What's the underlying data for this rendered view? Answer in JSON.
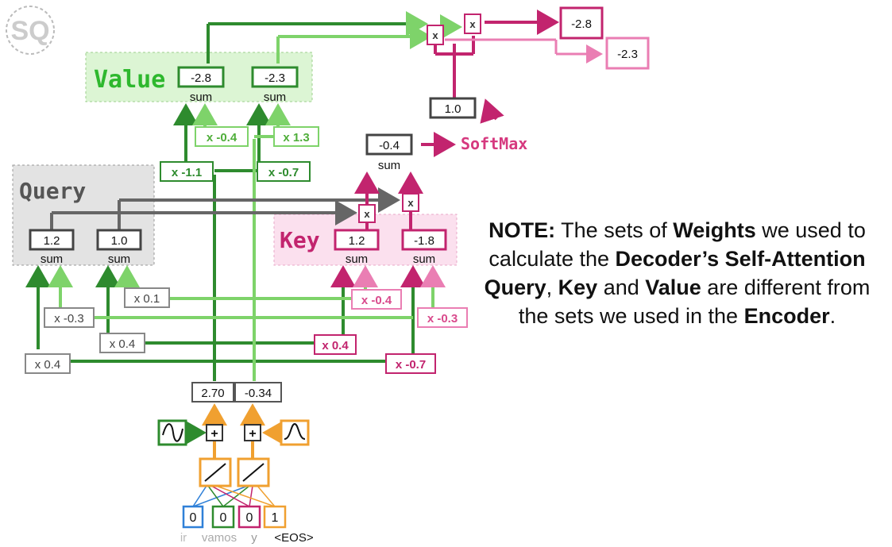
{
  "logo": {
    "text": "SQ"
  },
  "value_group": {
    "label": "Value",
    "sums": [
      "-2.8",
      "-2.3"
    ],
    "sum_label": "sum",
    "weights": [
      "x -0.4",
      "x 1.3",
      "x -1.1",
      "x -0.7"
    ]
  },
  "query_group": {
    "label": "Query",
    "sums": [
      "1.2",
      "1.0"
    ],
    "sum_label": "sum",
    "weights": [
      "x 0.1",
      "x -0.3",
      "x 0.4",
      "x 0.4"
    ]
  },
  "key_group": {
    "label": "Key",
    "sums": [
      "1.2",
      "-1.8"
    ],
    "sum_label": "sum",
    "weights": [
      "x -0.4",
      "x -0.3",
      "x 0.4",
      "x -0.7"
    ]
  },
  "similarity": {
    "value": "-0.4",
    "sum_label": "sum",
    "mult": "x"
  },
  "softmax": {
    "label": "SoftMax",
    "value": "1.0"
  },
  "output": {
    "mult": "x",
    "values": [
      "-2.8",
      "-2.3"
    ]
  },
  "encoding": {
    "values": [
      "2.70",
      "-0.34"
    ],
    "plus": "+"
  },
  "one_hot": {
    "bits": [
      "0",
      "0",
      "0",
      "1"
    ],
    "tokens": [
      "ir",
      "vamos",
      "y",
      "<EOS>"
    ]
  },
  "note": {
    "p1": "NOTE:",
    "p2": " The sets of ",
    "p3": "Weights",
    "p4": " we used to calculate the ",
    "p5": "Decoder’s Self-Attention Query",
    "p6": ", ",
    "p7": "Key",
    "p8": " and ",
    "p9": "Value",
    "p10": " are different from the sets we used in the ",
    "p11": "Encoder",
    "p12": "."
  },
  "colors": {
    "dark_green": "#2e8b2e",
    "light_green": "#7ed36a",
    "value_bg": "#dcf5d4",
    "query_bg": "#e3e3e3",
    "key_bg": "#fbe0ee",
    "magenta": "#c2246e",
    "pink": "#ea7eb3",
    "orange": "#f0a030",
    "blue": "#2f80d8",
    "gray": "#555555"
  }
}
